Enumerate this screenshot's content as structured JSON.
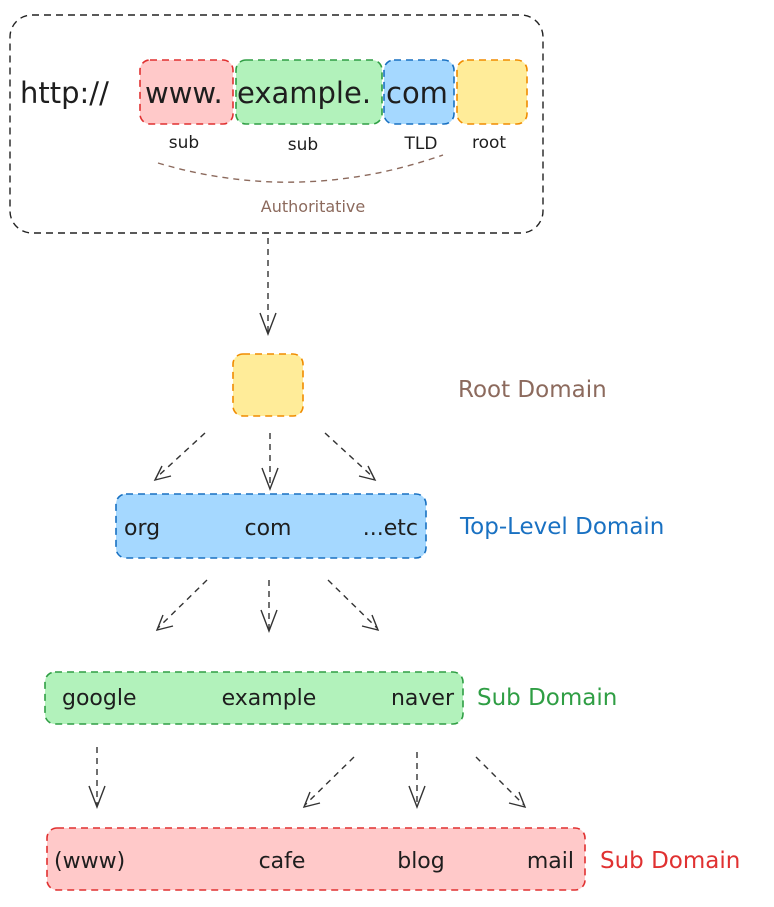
{
  "url": {
    "scheme": "http://",
    "www": "www.",
    "example": "example.",
    "com": "com",
    "label_www": "sub",
    "label_example": "sub",
    "label_tld": "TLD",
    "label_root": "root",
    "authoritative": "Authoritative"
  },
  "levels": {
    "root": {
      "label": "Root Domain"
    },
    "tld": {
      "label": "Top-Level Domain",
      "items": [
        "org",
        "com",
        "...etc"
      ]
    },
    "second": {
      "label": "Sub Domain",
      "items": [
        "google",
        "example",
        "naver"
      ]
    },
    "third": {
      "label": "Sub Domain",
      "items": [
        "(www)",
        "cafe",
        "blog",
        "mail"
      ]
    }
  },
  "colors": {
    "red_fill": "#ffc9c9",
    "red_stroke": "#e03131",
    "green_fill": "#b2f2bb",
    "green_stroke": "#2f9e44",
    "blue_fill": "#a5d8ff",
    "blue_stroke": "#1971c2",
    "yellow_fill": "#ffec99",
    "yellow_stroke": "#f08c00",
    "brown": "#8c6a5d"
  }
}
